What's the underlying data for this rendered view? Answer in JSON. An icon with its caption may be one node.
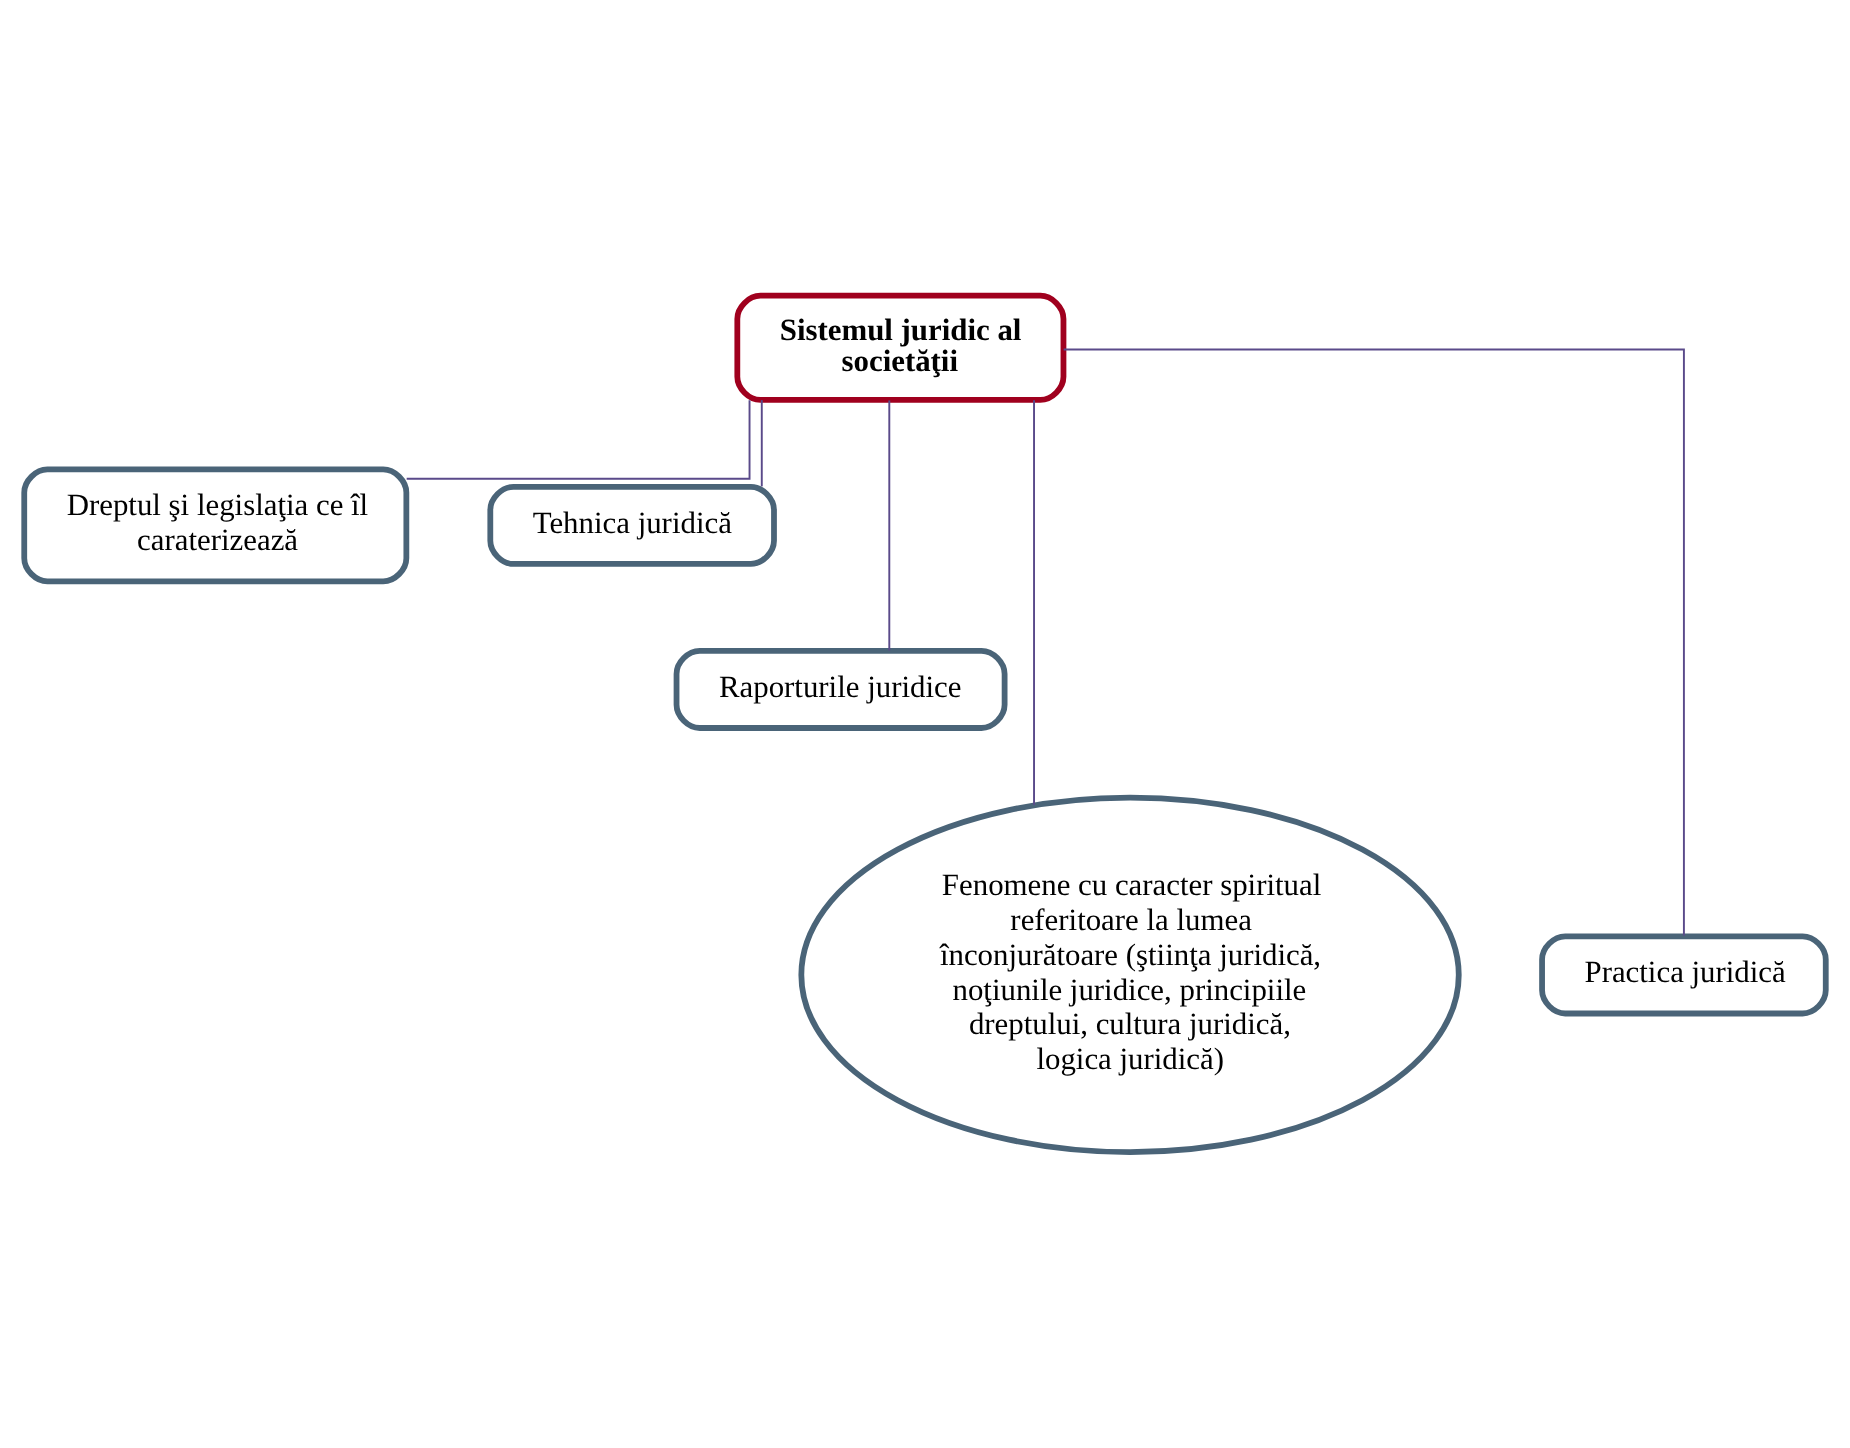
{
  "diagram": {
    "nodes": [
      {
        "text": [
          "Sistemul juridic al societăţii"
        ]
      },
      {
        "text": [
          "Dreptul şi legislaţia ce îl caraterizează"
        ]
      },
      {
        "text": [
          "Tehnica juridică"
        ]
      },
      {
        "text": [
          "Raporturile juridice"
        ]
      },
      {
        "text": [
          "Fenomene cu caracter spiritual referitoare la lumea înconjurătoare (ştiinţa juridică, noţiunile juridice, principiile dreptului, cultura juridică, logica juridică)"
        ]
      },
      {
        "text": [
          "Practica juridică"
        ]
      }
    ],
    "edges": [
      {
        "from": 0,
        "to": 1,
        "arrow": "none"
      },
      {
        "from": 0,
        "to": 2,
        "arrow": "none"
      },
      {
        "from": 0,
        "to": 3,
        "arrow": "none"
      },
      {
        "from": 0,
        "to": 4,
        "arrow": "none"
      },
      {
        "from": 0,
        "to": 5,
        "arrow": "none"
      }
    ]
  }
}
